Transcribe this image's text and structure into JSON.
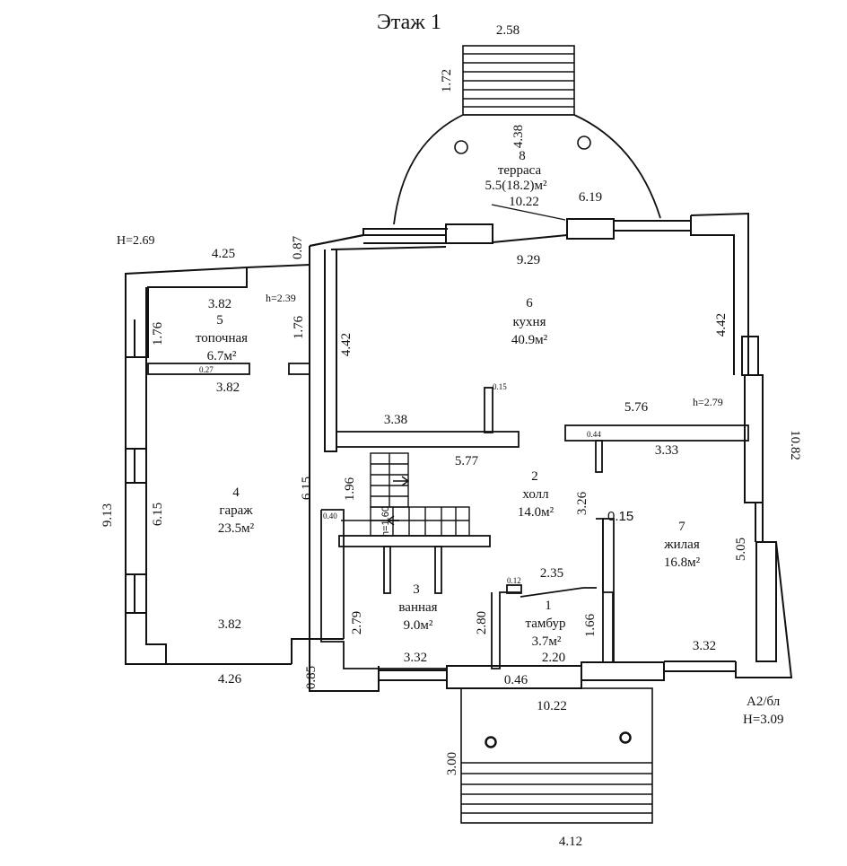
{
  "title": "Этаж 1",
  "notes": {
    "height_left": "H=2.69",
    "h_boiler": "h=2.39",
    "h_kitchen": "h=2.79",
    "h_stair": "h=1.60",
    "building_code": "А2/бл",
    "height_right": "H=3.09"
  },
  "rooms": [
    {
      "num": "1",
      "name": "тамбур",
      "area": "3.7м²"
    },
    {
      "num": "2",
      "name": "холл",
      "area": "14.0м²"
    },
    {
      "num": "3",
      "name": "ванная",
      "area": "9.0м²"
    },
    {
      "num": "4",
      "name": "гараж",
      "area": "23.5м²"
    },
    {
      "num": "5",
      "name": "топочная",
      "area": "6.7м²"
    },
    {
      "num": "6",
      "name": "кухня",
      "area": "40.9м²"
    },
    {
      "num": "7",
      "name": "жилая",
      "area": "16.8м²"
    },
    {
      "num": "8",
      "name": "терраса",
      "area": "5.5(18.2)м²"
    }
  ],
  "dims": {
    "terrace_top_width": "2.58",
    "terrace_stair_depth": "1.72",
    "terrace_radius": "4.38",
    "terrace_chord": "10.22",
    "terrace_right": "6.19",
    "kitchen_top": "9.29",
    "kitchen_right": "4.42",
    "kitchen_left": "4.42",
    "kitchen_bottom_left": "3.38",
    "kitchen_bottom_right": "5.76",
    "kitchen_partition": "0.15",
    "partition_044": "0.44",
    "living_top": "3.33",
    "hall_top": "5.77",
    "hall_right": "3.26",
    "hall_stair": "1.96",
    "hall_left": "6.15",
    "boiler_top": "4.25",
    "boiler_inner_top": "3.82",
    "boiler_left": "1.76",
    "boiler_right": "1.76",
    "boiler_bottom": "3.82",
    "boiler_wall": "0.27",
    "porch_depth": "0.87",
    "garage_left_outer": "9.13",
    "garage_left": "6.15",
    "garage_bottom_inner": "3.82",
    "garage_bottom": "4.26",
    "garage_step": "0.85",
    "bath_wall": "0.40",
    "bath_left": "2.79",
    "bath_right": "2.80",
    "bath_bottom": "3.32",
    "entry_wall": "0.12",
    "entry_top": "2.35",
    "entry_right": "1.66",
    "entry_bottom": "2.20",
    "entry_046": "0.46",
    "living_partition": "0.15",
    "living_right": "5.05",
    "living_bottom": "3.32",
    "right_total": "10.82",
    "front_total": "10.22",
    "porch_depth_front": "3.00",
    "porch_width_front": "4.12"
  }
}
